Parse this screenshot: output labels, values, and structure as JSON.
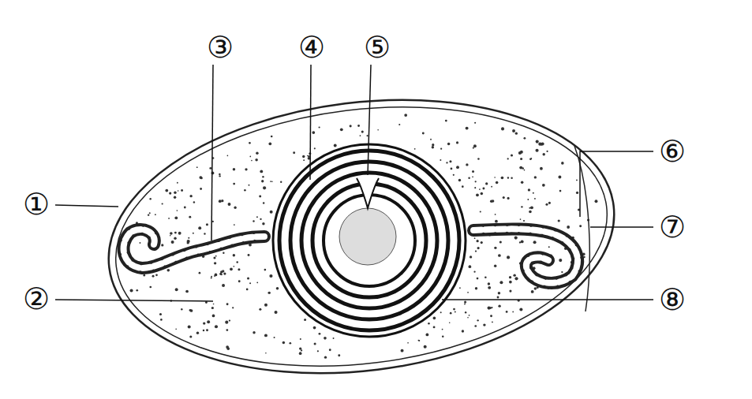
{
  "diagram": {
    "labels": [
      "①",
      "②",
      "③",
      "④",
      "⑤",
      "⑥",
      "⑦",
      "⑧"
    ]
  }
}
